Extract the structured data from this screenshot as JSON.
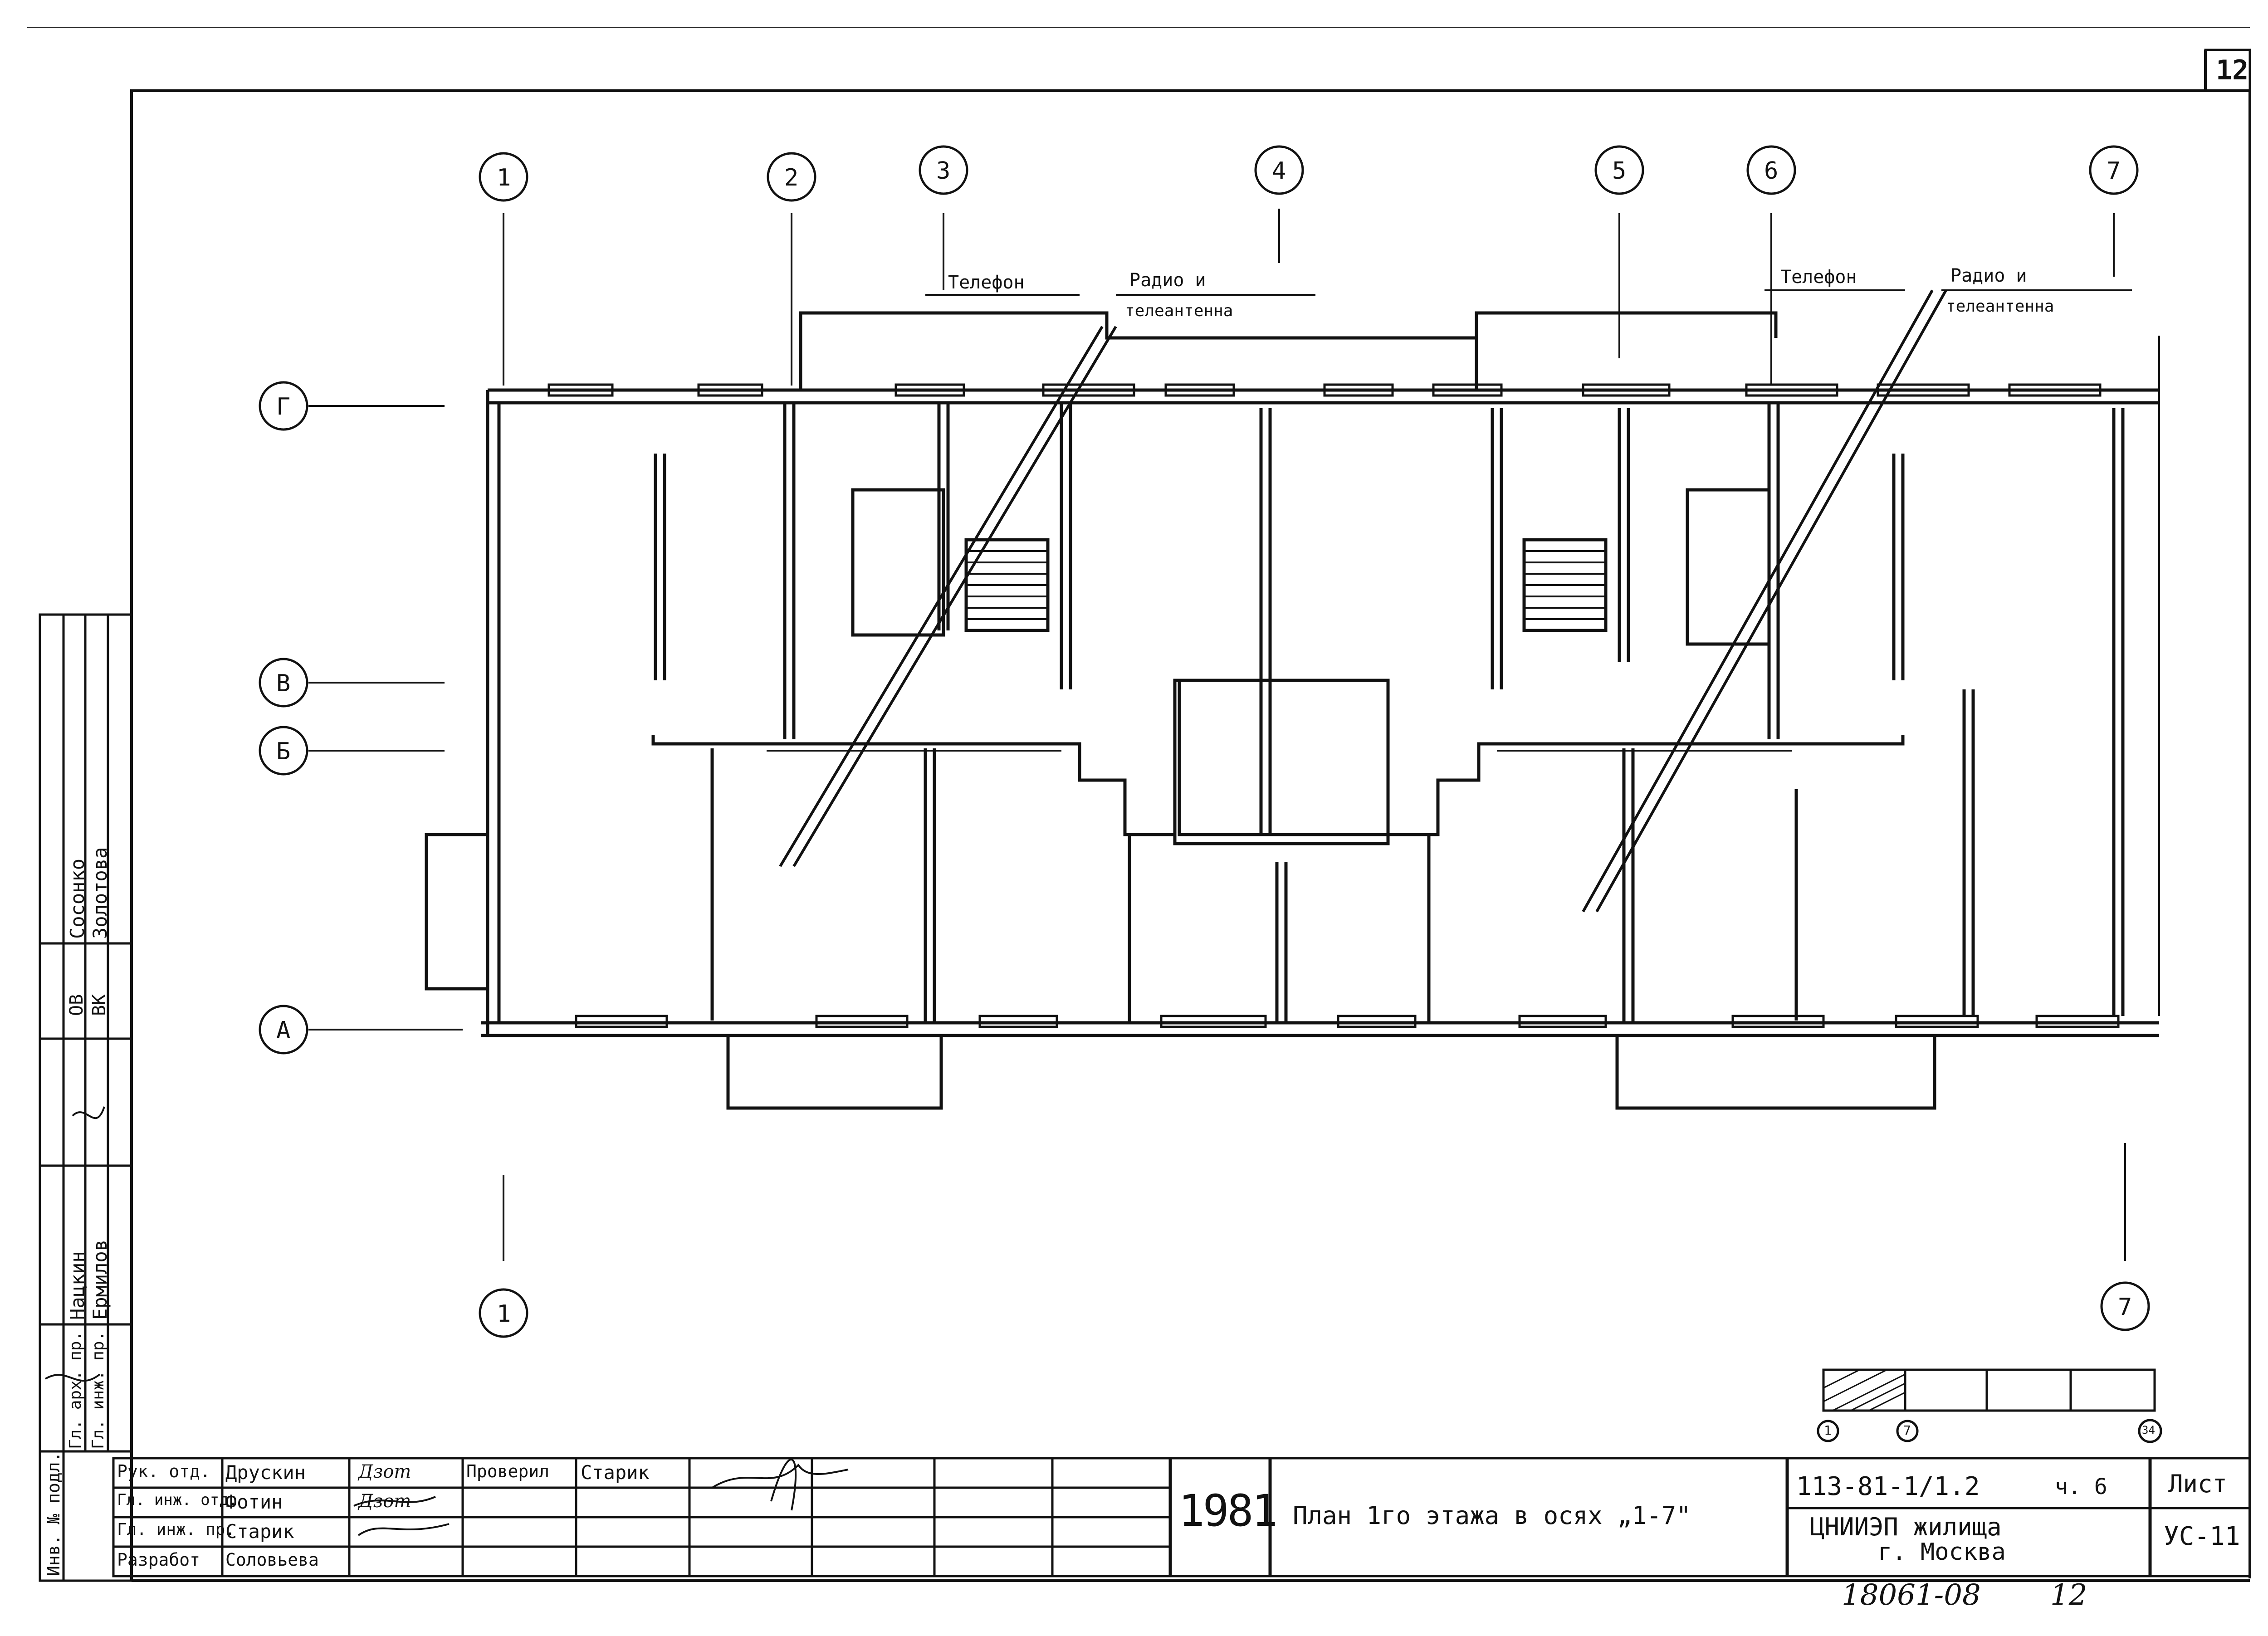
{
  "sheet": {
    "corner_number": "12",
    "drawing_title": "План 1го этажа в осях „1-7\"",
    "doc_code": "113-81-1/1.2",
    "part": "ч. 6",
    "sheet_label": "Лист",
    "sheet_code": "УС-11",
    "year": "1981",
    "organization": "ЦНИИЭП жилища",
    "city": "г. Москва",
    "footer_number": "18061-08",
    "footer_sheet": "12"
  },
  "axes": {
    "vertical": [
      "1",
      "2",
      "3",
      "4",
      "5",
      "6",
      "7"
    ],
    "horizontal": [
      "Г",
      "В",
      "Б",
      "А"
    ],
    "bottom": [
      "1",
      "7"
    ]
  },
  "labels": {
    "phone_left": "Телефон",
    "radio_left_1": "Радио и",
    "radio_left_2": "телеантенна",
    "phone_right": "Телефон",
    "radio_right_1": "Радио и",
    "radio_right_2": "телеантенна"
  },
  "key_plan": {
    "labels": [
      "1",
      "7",
      "34"
    ]
  },
  "title_block": {
    "rows": [
      {
        "role": "Рук. отд.",
        "name": "Друскин",
        "sign": "Дзот"
      },
      {
        "role": "Гл. инж. отд.",
        "name": "Фотин",
        "sign": "Дзот"
      },
      {
        "role": "Гл. инж. пр.",
        "name": "Старик",
        "sign": ""
      },
      {
        "role": "Разработ",
        "name": "Соловьева",
        "sign": ""
      }
    ],
    "checked_role": "Проверил",
    "checked_name": "Старик"
  },
  "side_stamp": {
    "col_roles": [
      "Гл. арх. пр.",
      "Гл. инж. пр."
    ],
    "col_names": [
      "Нацкин",
      "Ермилов"
    ],
    "rows2": [
      "ОВ",
      "ВК"
    ],
    "names2": [
      "Сосонко",
      "Золотова"
    ],
    "inv_label": "Инв. № подл."
  }
}
